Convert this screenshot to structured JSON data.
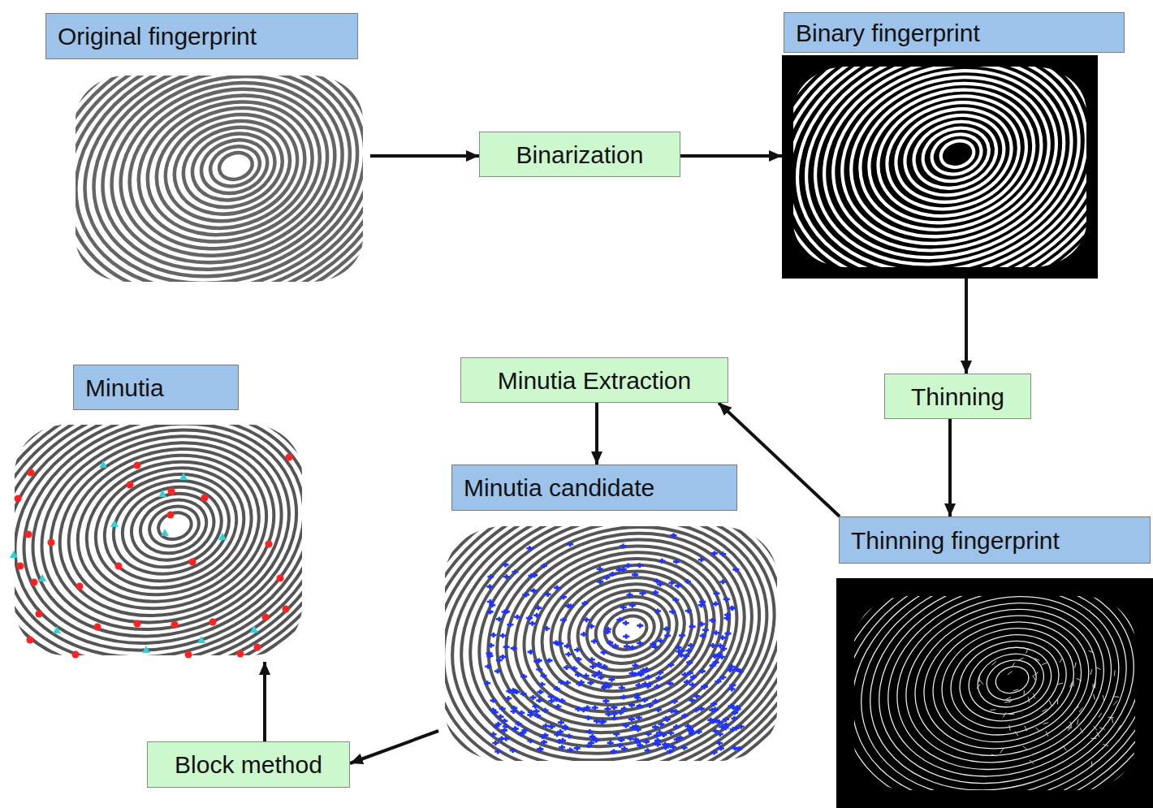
{
  "diagram": {
    "nodes": [
      {
        "text": [
          "Original fingerprint"
        ]
      },
      {
        "text": [
          "Binarization"
        ]
      },
      {
        "text": [
          "Binary fingerprint"
        ]
      },
      {
        "text": [
          "Thinning"
        ]
      },
      {
        "text": [
          "Thinning fingerprint"
        ]
      },
      {
        "text": [
          "Minutia Extraction"
        ]
      },
      {
        "text": [
          "Minutia candidate"
        ]
      },
      {
        "text": [
          "Block method"
        ]
      },
      {
        "text": [
          "Minutia"
        ]
      }
    ],
    "edges": [
      {
        "from": 0,
        "to": 1,
        "arrow": "to"
      },
      {
        "from": 1,
        "to": 2,
        "arrow": "to"
      },
      {
        "from": 2,
        "to": 3,
        "arrow": "to"
      },
      {
        "from": 3,
        "to": 4,
        "arrow": "to"
      },
      {
        "from": 4,
        "to": 5,
        "arrow": "to"
      },
      {
        "from": 5,
        "to": 6,
        "arrow": "to"
      },
      {
        "from": 6,
        "to": 7,
        "arrow": "to"
      },
      {
        "from": 7,
        "to": 8,
        "arrow": "to"
      }
    ]
  }
}
